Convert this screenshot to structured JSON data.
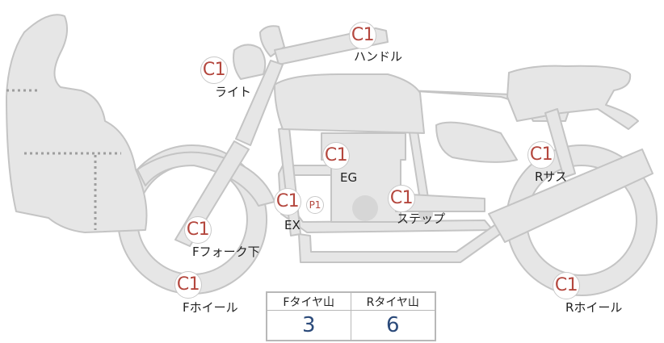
{
  "colors": {
    "part_fill": "#e6e6e6",
    "part_stroke": "#c4c4c4",
    "badge_text": "#b4473e",
    "value_text": "#2b4a7a"
  },
  "parts": [
    {
      "code": "C1",
      "label": "ハンドル"
    },
    {
      "code": "C1",
      "label": "ライト"
    },
    {
      "code": "C1",
      "label": "EG"
    },
    {
      "code": "C1",
      "label": "Rサス"
    },
    {
      "code": "C1",
      "label": "EX",
      "sub_code": "P1"
    },
    {
      "code": "C1",
      "label": "ステップ"
    },
    {
      "code": "C1",
      "label": "Fフォーク下"
    },
    {
      "code": "C1",
      "label": "Fホイール"
    },
    {
      "code": "C1",
      "label": "Rホイール"
    }
  ],
  "tread": {
    "front_header": "Fタイヤ山",
    "rear_header": "Rタイヤ山",
    "front_value": "3",
    "rear_value": "6"
  }
}
